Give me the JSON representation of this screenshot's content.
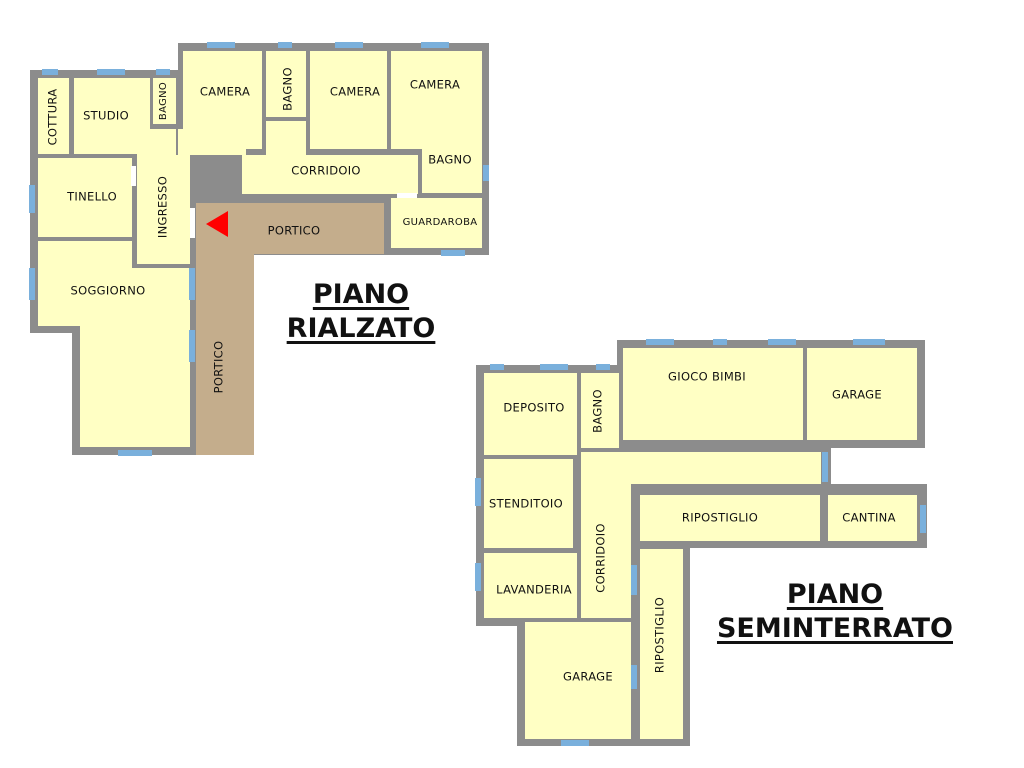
{
  "floors": [
    {
      "title_lines": [
        "PIANO",
        "RIALZATO"
      ],
      "rooms": {
        "cottura": "COTTURA",
        "studio": "STUDIO",
        "bagno_small": "BAGNO",
        "camera_1": "CAMERA",
        "bagno_2": "BAGNO",
        "camera_2": "CAMERA",
        "camera_3": "CAMERA",
        "corridoio": "CORRIDOIO",
        "bagno_3": "BAGNO",
        "tinello": "TINELLO",
        "ingresso": "INGRESSO",
        "portico_h": "PORTICO",
        "guardaroba": "GUARDAROBA",
        "soggiorno": "SOGGIORNO",
        "portico_v": "PORTICO"
      },
      "entrance_marker_color": "#ff0000"
    },
    {
      "title_lines": [
        "PIANO",
        "SEMINTERRATO"
      ],
      "rooms": {
        "deposito": "DEPOSITO",
        "bagno": "BAGNO",
        "gioco_bimbi": "GIOCO BIMBI",
        "garage_1": "GARAGE",
        "stenditoio": "STENDITOIO",
        "ripostiglio_h": "RIPOSTIGLIO",
        "cantina": "CANTINA",
        "corridoio": "CORRIDOIO",
        "lavanderia": "LAVANDERIA",
        "garage_2": "GARAGE",
        "ripostiglio_v": "RIPOSTIGLIO"
      }
    }
  ],
  "colors": {
    "wall": "#8c8c8c",
    "room_fill": "#ffffc4",
    "porch_fill": "#c4ad8c",
    "window": "#7ab0dc"
  }
}
